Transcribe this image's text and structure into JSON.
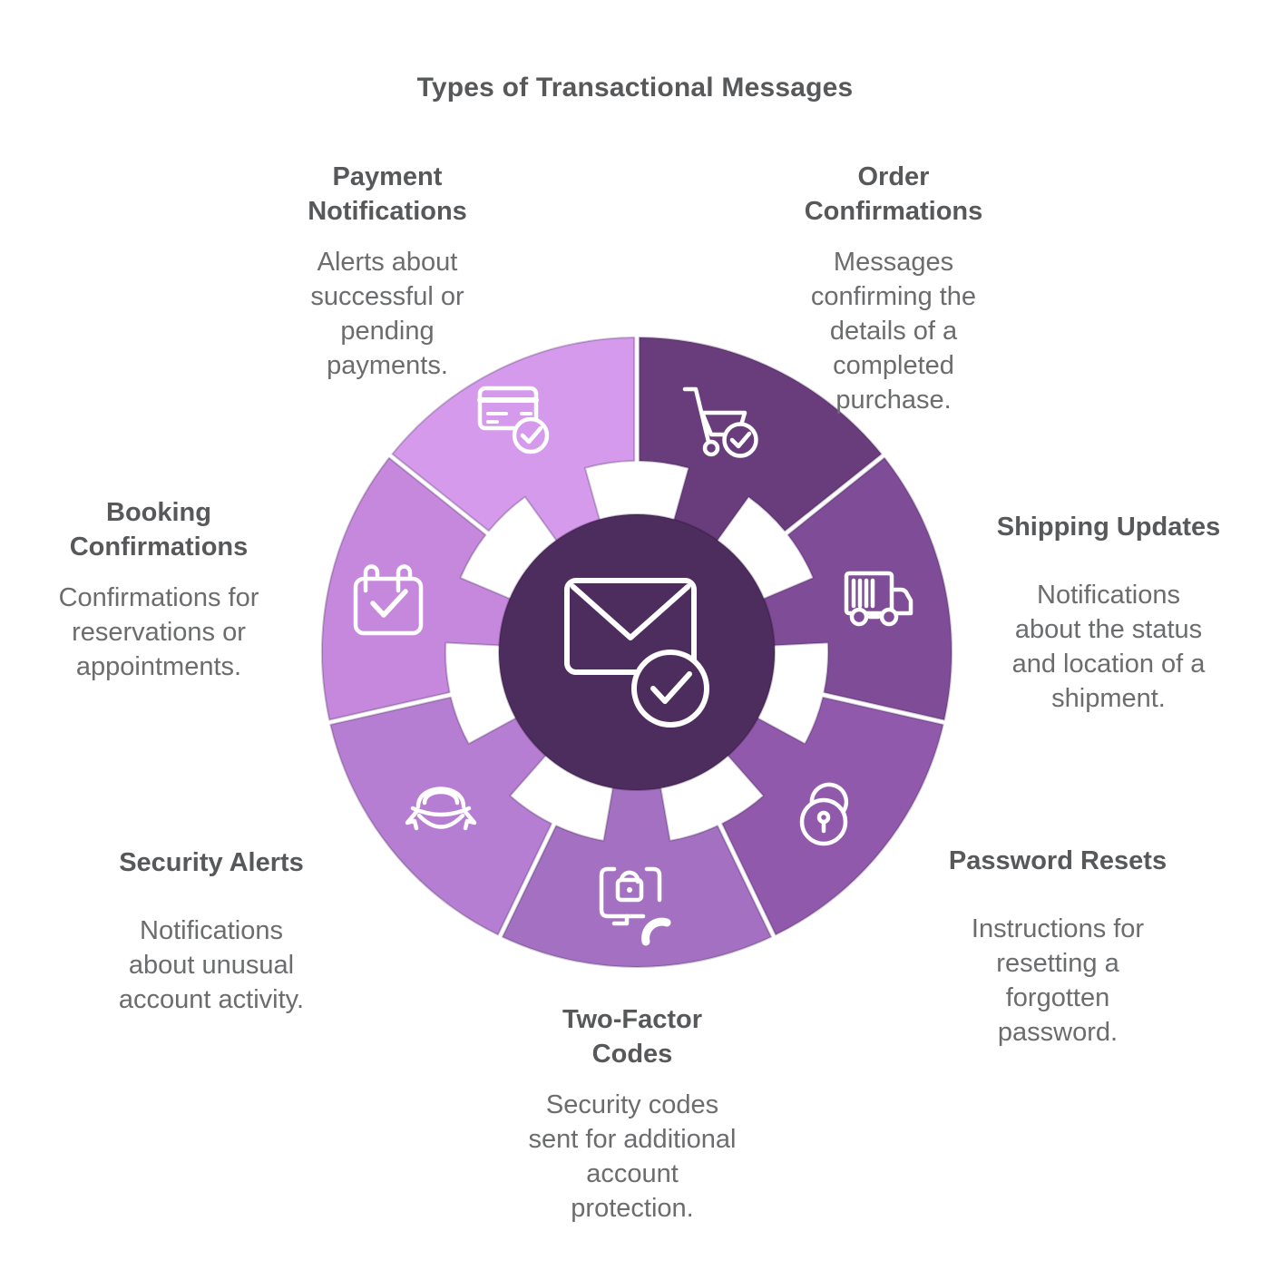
{
  "title": "Types of Transactional Messages",
  "center": {
    "icon": "envelope-check-icon",
    "color": "#4d2d5d"
  },
  "items": [
    {
      "id": "order-confirmations",
      "heading": "Order\nConfirmations",
      "body": "Messages\nconfirming the\ndetails of a\ncompleted\npurchase.",
      "color": "#693d7c",
      "icon": "shopping-cart-check-icon"
    },
    {
      "id": "shipping-updates",
      "heading": "Shipping Updates",
      "body": "Notifications\nabout the status\nand location of a\nshipment.",
      "color": "#7f4c98",
      "icon": "delivery-truck-icon"
    },
    {
      "id": "password-resets",
      "heading": "Password Resets",
      "body": "Instructions for\nresetting a\nforgotten\npassword.",
      "color": "#9159ab",
      "icon": "padlock-open-icon"
    },
    {
      "id": "two-factor-codes",
      "heading": "Two-Factor\nCodes",
      "body": "Security codes\nsent for additional\naccount\nprotection.",
      "color": "#a470c1",
      "icon": "monitor-lock-phone-icon"
    },
    {
      "id": "security-alerts",
      "heading": "Security Alerts",
      "body": "Notifications\nabout unusual\naccount activity.",
      "color": "#b67ed2",
      "icon": "security-badge-icon"
    },
    {
      "id": "booking-confirmations",
      "heading": "Booking\nConfirmations",
      "body": "Confirmations for\nreservations or\nappointments.",
      "color": "#c588dd",
      "icon": "calendar-check-icon"
    },
    {
      "id": "payment-notifications",
      "heading": "Payment\nNotifications",
      "body": "Alerts about\nsuccessful or\npending\npayments.",
      "color": "#d59aec",
      "icon": "credit-card-check-icon"
    }
  ],
  "colors": {
    "background": "#ffffff",
    "heading_text": "#57585a",
    "body_text": "#6b6c6e",
    "icon_stroke": "#ffffff"
  }
}
